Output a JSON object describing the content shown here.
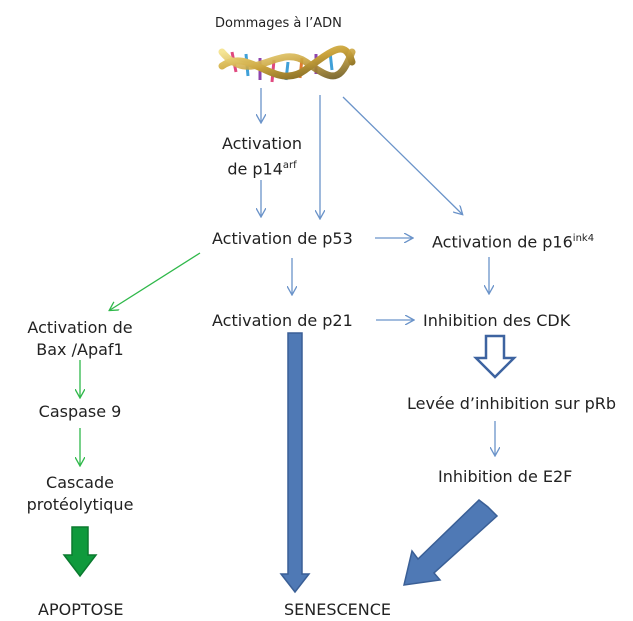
{
  "title": "Dommages à l’ADN",
  "nodes": {
    "p14_line1": "Activation",
    "p14_line2": "de p14",
    "p14_sup": "arf",
    "p53": "Activation de p53",
    "p16": "Activation de p16",
    "p16_sup": "ink4",
    "p21": "Activation de p21",
    "cdk": "Inhibition des CDK",
    "bax_line1": "Activation de",
    "bax_line2": "Bax /Apaf1",
    "caspase": "Caspase 9",
    "cascade_line1": "Cascade",
    "cascade_line2": "protéolytique",
    "prb": "Levée d’inhibition sur pRb",
    "e2f": "Inhibition de E2F",
    "apoptose": "APOPTOSE",
    "senescence": "SENESCENCE"
  },
  "colors": {
    "blue_arrow": "#6a93c9",
    "green_arrow": "#2fb84a",
    "big_blue": "#4f79b5",
    "big_green": "#0f9a3c"
  },
  "icons": [
    "dna-helix-icon"
  ]
}
